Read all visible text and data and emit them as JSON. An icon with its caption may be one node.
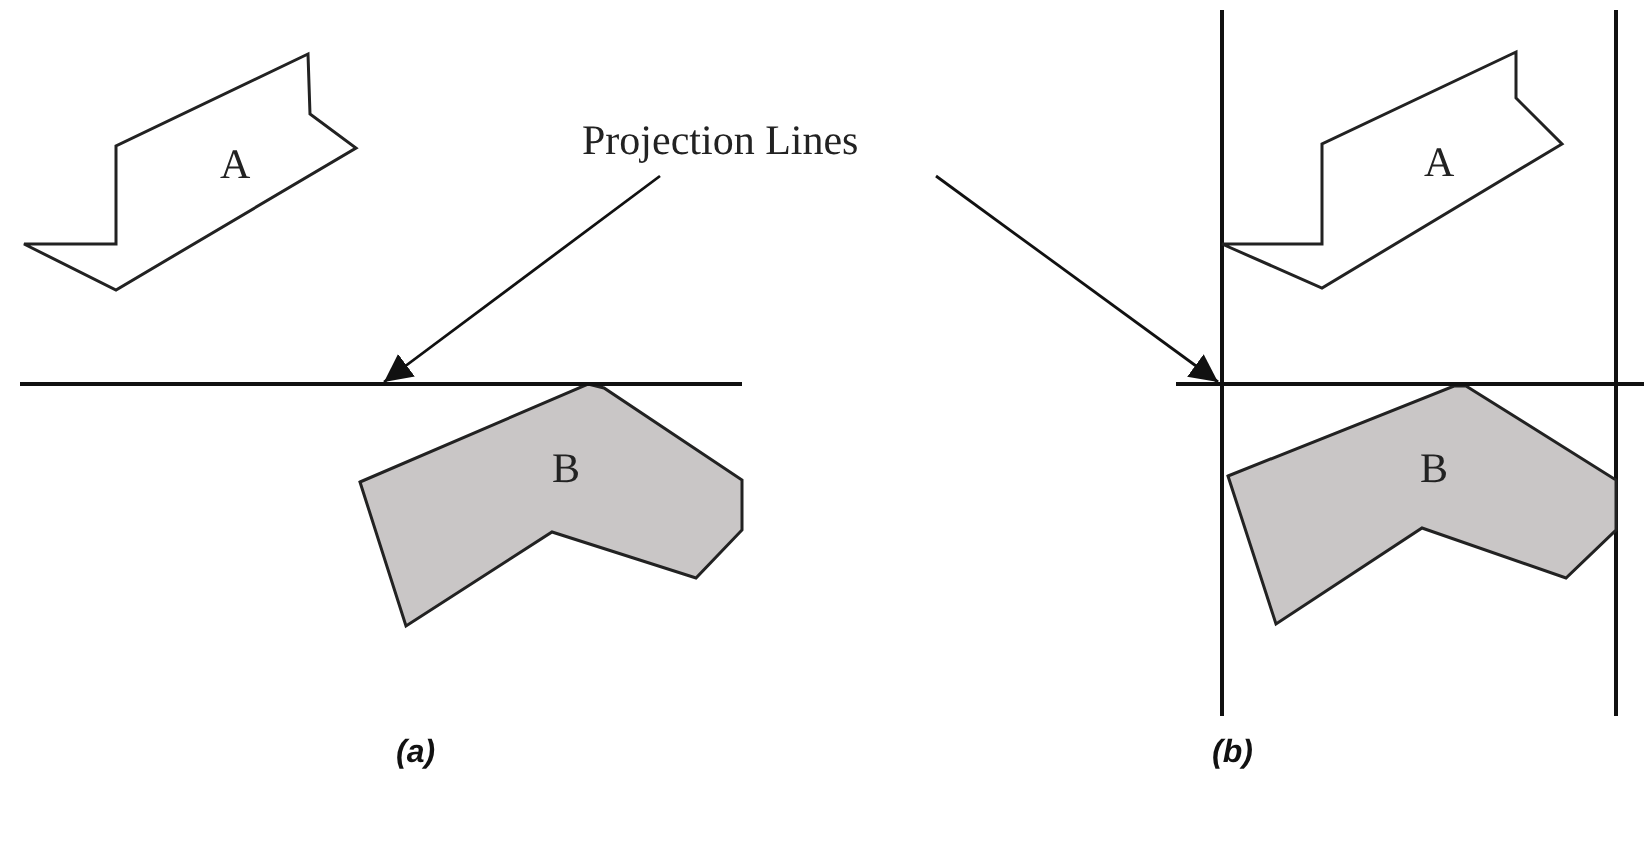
{
  "diagram": {
    "nodes": [
      {
        "text": [
          "A"
        ]
      },
      {
        "text": [
          "B"
        ]
      },
      {
        "text": [],
        "shape": "line"
      },
      {
        "text": [
          "Projection Lines"
        ]
      },
      {
        "text": [
          "A"
        ]
      },
      {
        "text": [
          "B"
        ]
      },
      {
        "text": [],
        "shape": "line"
      }
    ],
    "edges": [
      {
        "from": 3,
        "to": 2,
        "arrow": "to"
      },
      {
        "from": 3,
        "to": 6,
        "arrow": "to"
      }
    ],
    "labels": [
      "(a)",
      "(b)"
    ]
  }
}
